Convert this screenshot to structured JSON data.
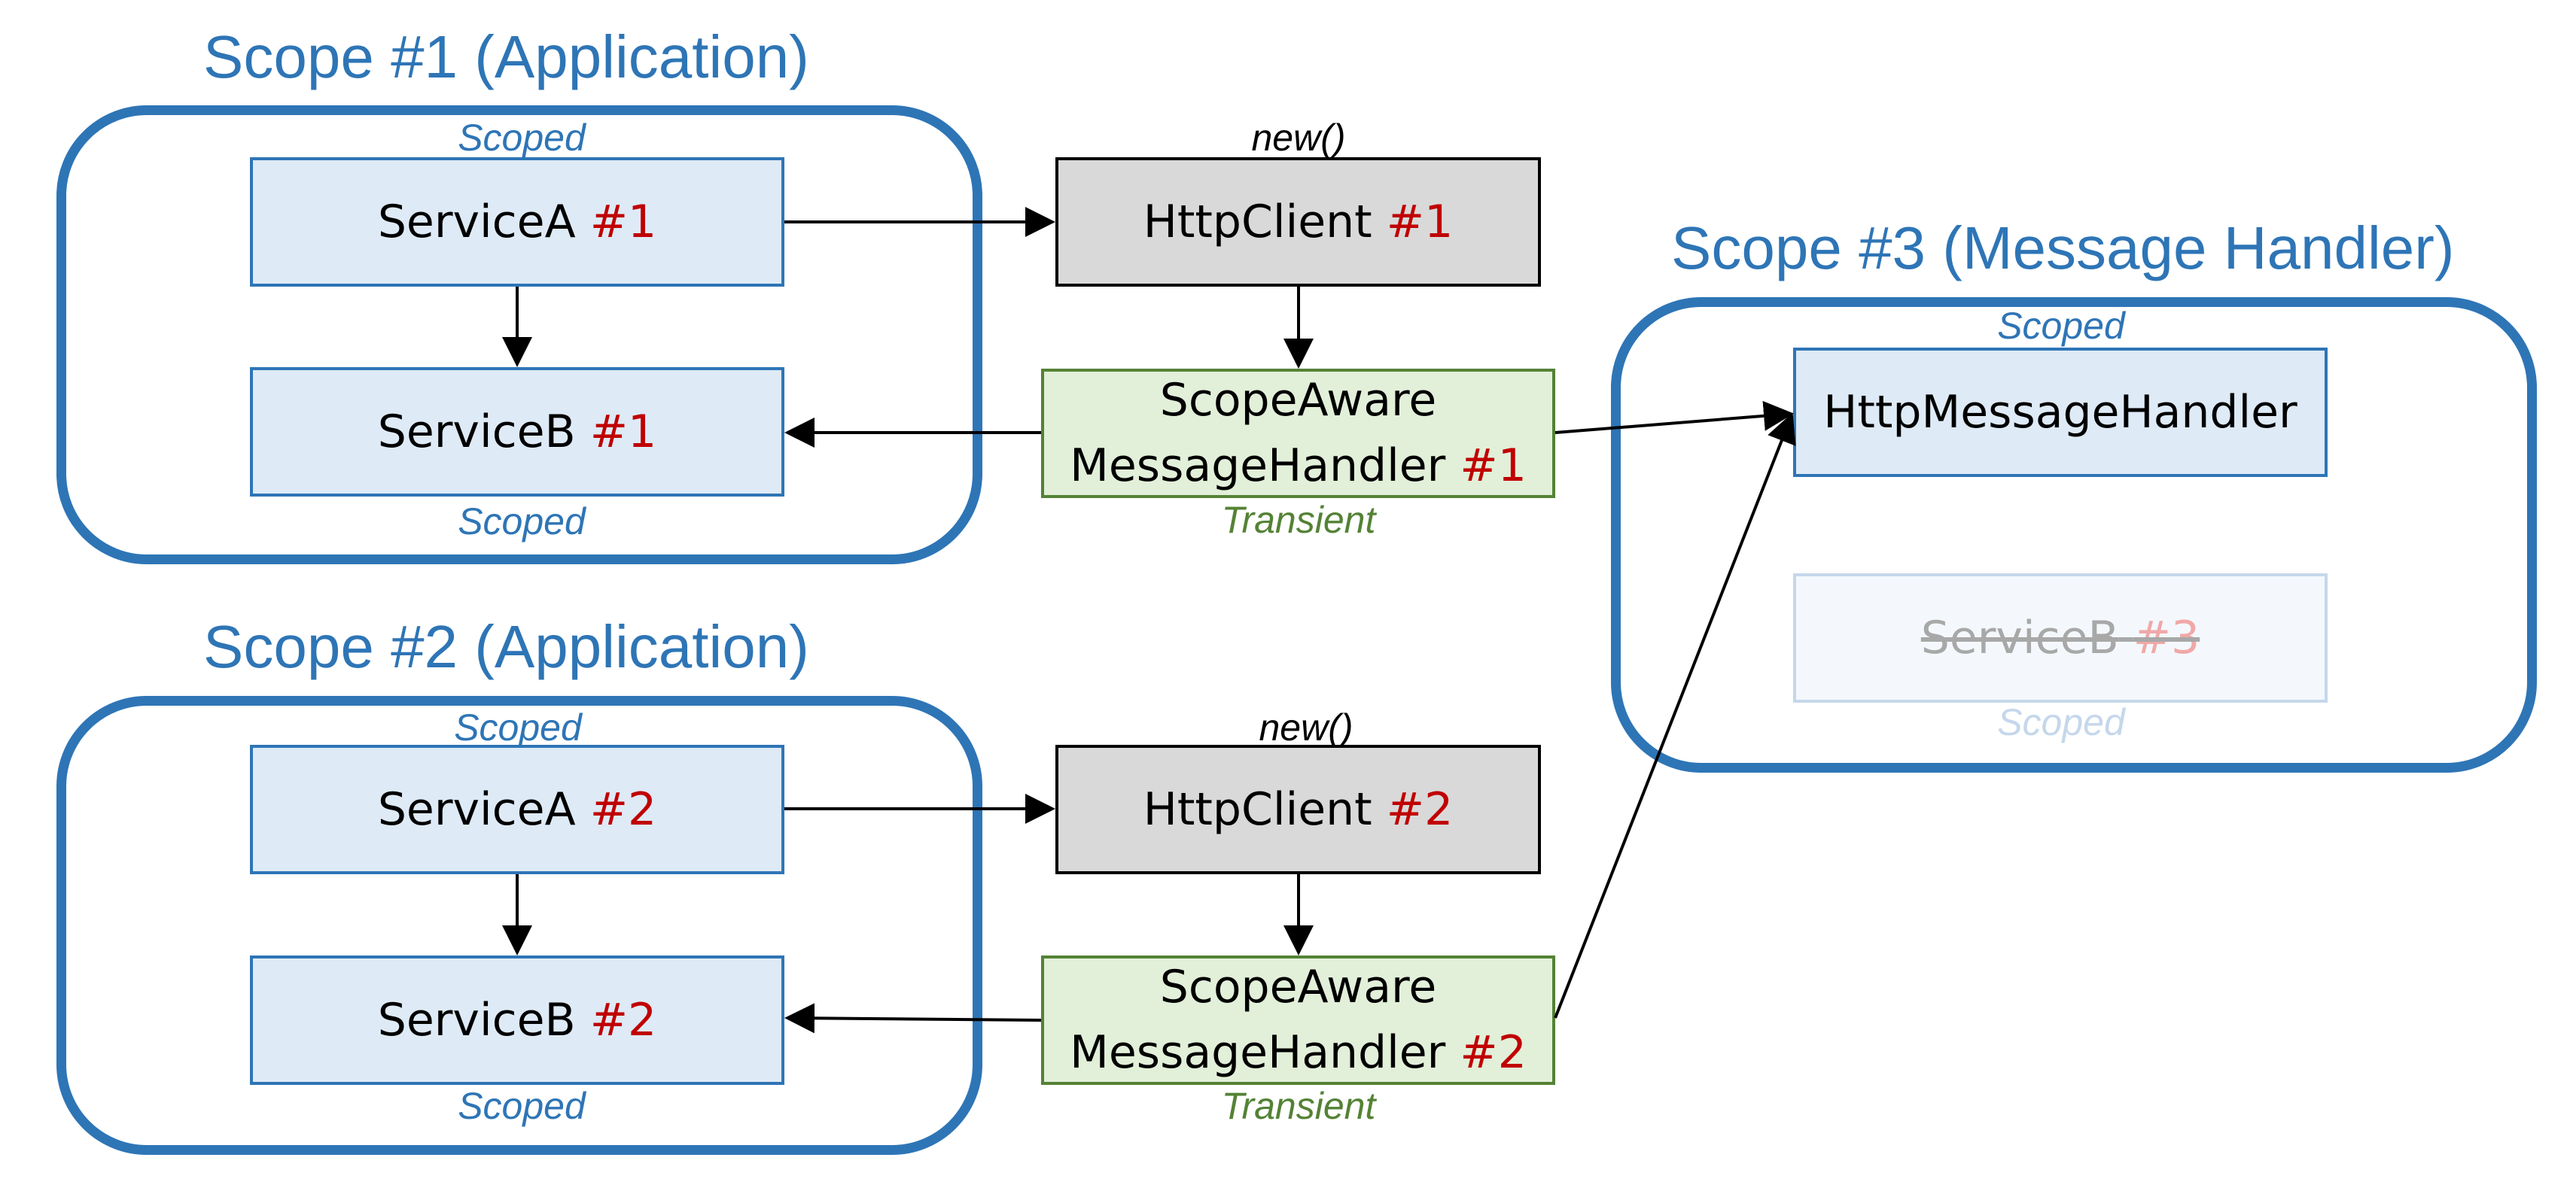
{
  "scopes": {
    "scope1": {
      "title": "Scope #1 (Application)"
    },
    "scope2": {
      "title": "Scope #2 (Application)"
    },
    "scope3": {
      "title": "Scope #3 (Message Handler)"
    }
  },
  "nodes": {
    "serviceA1": {
      "name": "ServiceA",
      "num": "#1",
      "top_tag": "Scoped"
    },
    "serviceB1": {
      "name": "ServiceB",
      "num": "#1",
      "bottom_tag": "Scoped"
    },
    "httpClient1": {
      "name": "HttpClient",
      "num": "#1",
      "top_tag": "new()"
    },
    "handler1": {
      "line1": "ScopeAware",
      "line2": "MessageHandler",
      "num": "#1",
      "bottom_tag": "Transient"
    },
    "serviceA2": {
      "name": "ServiceA",
      "num": "#2",
      "top_tag": "Scoped"
    },
    "serviceB2": {
      "name": "ServiceB",
      "num": "#2",
      "bottom_tag": "Scoped"
    },
    "httpClient2": {
      "name": "HttpClient",
      "num": "#2",
      "top_tag": "new()"
    },
    "handler2": {
      "line1": "ScopeAware",
      "line2": "MessageHandler",
      "num": "#2",
      "bottom_tag": "Transient"
    },
    "httpMessageHandler": {
      "name": "HttpMessageHandler",
      "top_tag": "Scoped"
    },
    "serviceB3": {
      "name": "ServiceB",
      "num": "#3",
      "bottom_tag": "Scoped"
    }
  },
  "colors": {
    "scope_blue": "#2E75B6",
    "service_fill": "#DEEAF6",
    "client_fill": "#D9D9D9",
    "handler_fill": "#E2EFD9",
    "handler_border": "#548235",
    "instance_red": "#C00000",
    "arrow": "#000000"
  }
}
